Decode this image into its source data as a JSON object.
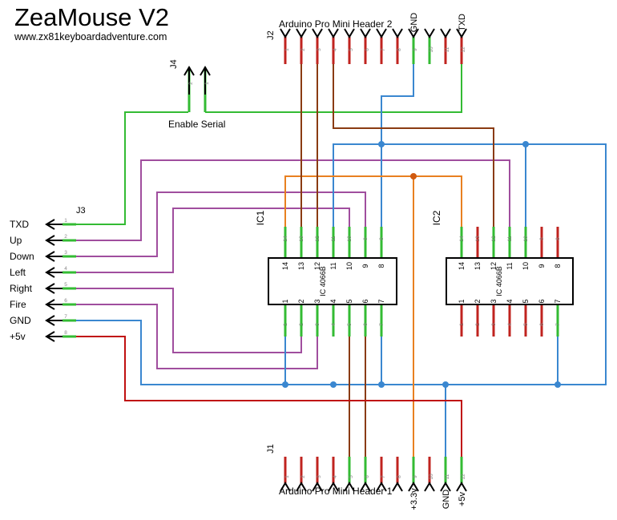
{
  "title": "ZeaMouse V2",
  "url": "www.zx81keyboardadventure.com",
  "colors": {
    "wire_green": "#33bb33",
    "wire_purple": "#a04e9e",
    "wire_blue": "#3a87d0",
    "wire_orange": "#e88020",
    "wire_brown": "#8a3b12",
    "wire_red": "#c01010",
    "pin_red": "#c0231f",
    "junction_blue": "#3a87d0",
    "junction_orange": "#d05a10"
  },
  "j2": {
    "ref": "J2",
    "label": "Arduino Pro Mini Header 2",
    "pin_numbers": [
      "1",
      "2",
      "3",
      "4",
      "5",
      "6",
      "7",
      "8",
      "9",
      "10",
      "11",
      "12"
    ],
    "top_labels": [
      "GND",
      "TXD"
    ]
  },
  "j4": {
    "ref": "J4",
    "label": "Enable Serial",
    "pin_numbers": [
      "2",
      "1"
    ]
  },
  "j3": {
    "ref": "J3",
    "pin_numbers": [
      "1",
      "2",
      "3",
      "4",
      "5",
      "6",
      "7",
      "8"
    ],
    "signals": [
      "TXD",
      "Up",
      "Down",
      "Left",
      "Right",
      "Fire",
      "GND",
      "+5v"
    ]
  },
  "ic1": {
    "ref": "IC1",
    "part": "IC 4066B",
    "top_pins": [
      "14",
      "13",
      "12",
      "11",
      "10",
      "9",
      "8"
    ],
    "bottom_pins": [
      "1",
      "2",
      "3",
      "4",
      "5",
      "6",
      "7"
    ]
  },
  "ic2": {
    "ref": "IC2",
    "part": "IC 4066B",
    "top_pins": [
      "14",
      "13",
      "12",
      "11",
      "10",
      "9",
      "8"
    ],
    "bottom_pins": [
      "1",
      "2",
      "3",
      "4",
      "5",
      "6",
      "7"
    ]
  },
  "j1": {
    "ref": "J1",
    "label": "Arduino Pro Mini Header 1",
    "pin_numbers": [
      "1",
      "2",
      "3",
      "4",
      "5",
      "6",
      "7",
      "8",
      "9",
      "10",
      "11",
      "12"
    ],
    "bottom_labels": [
      "+3.3v",
      "GND",
      "+5v"
    ]
  }
}
